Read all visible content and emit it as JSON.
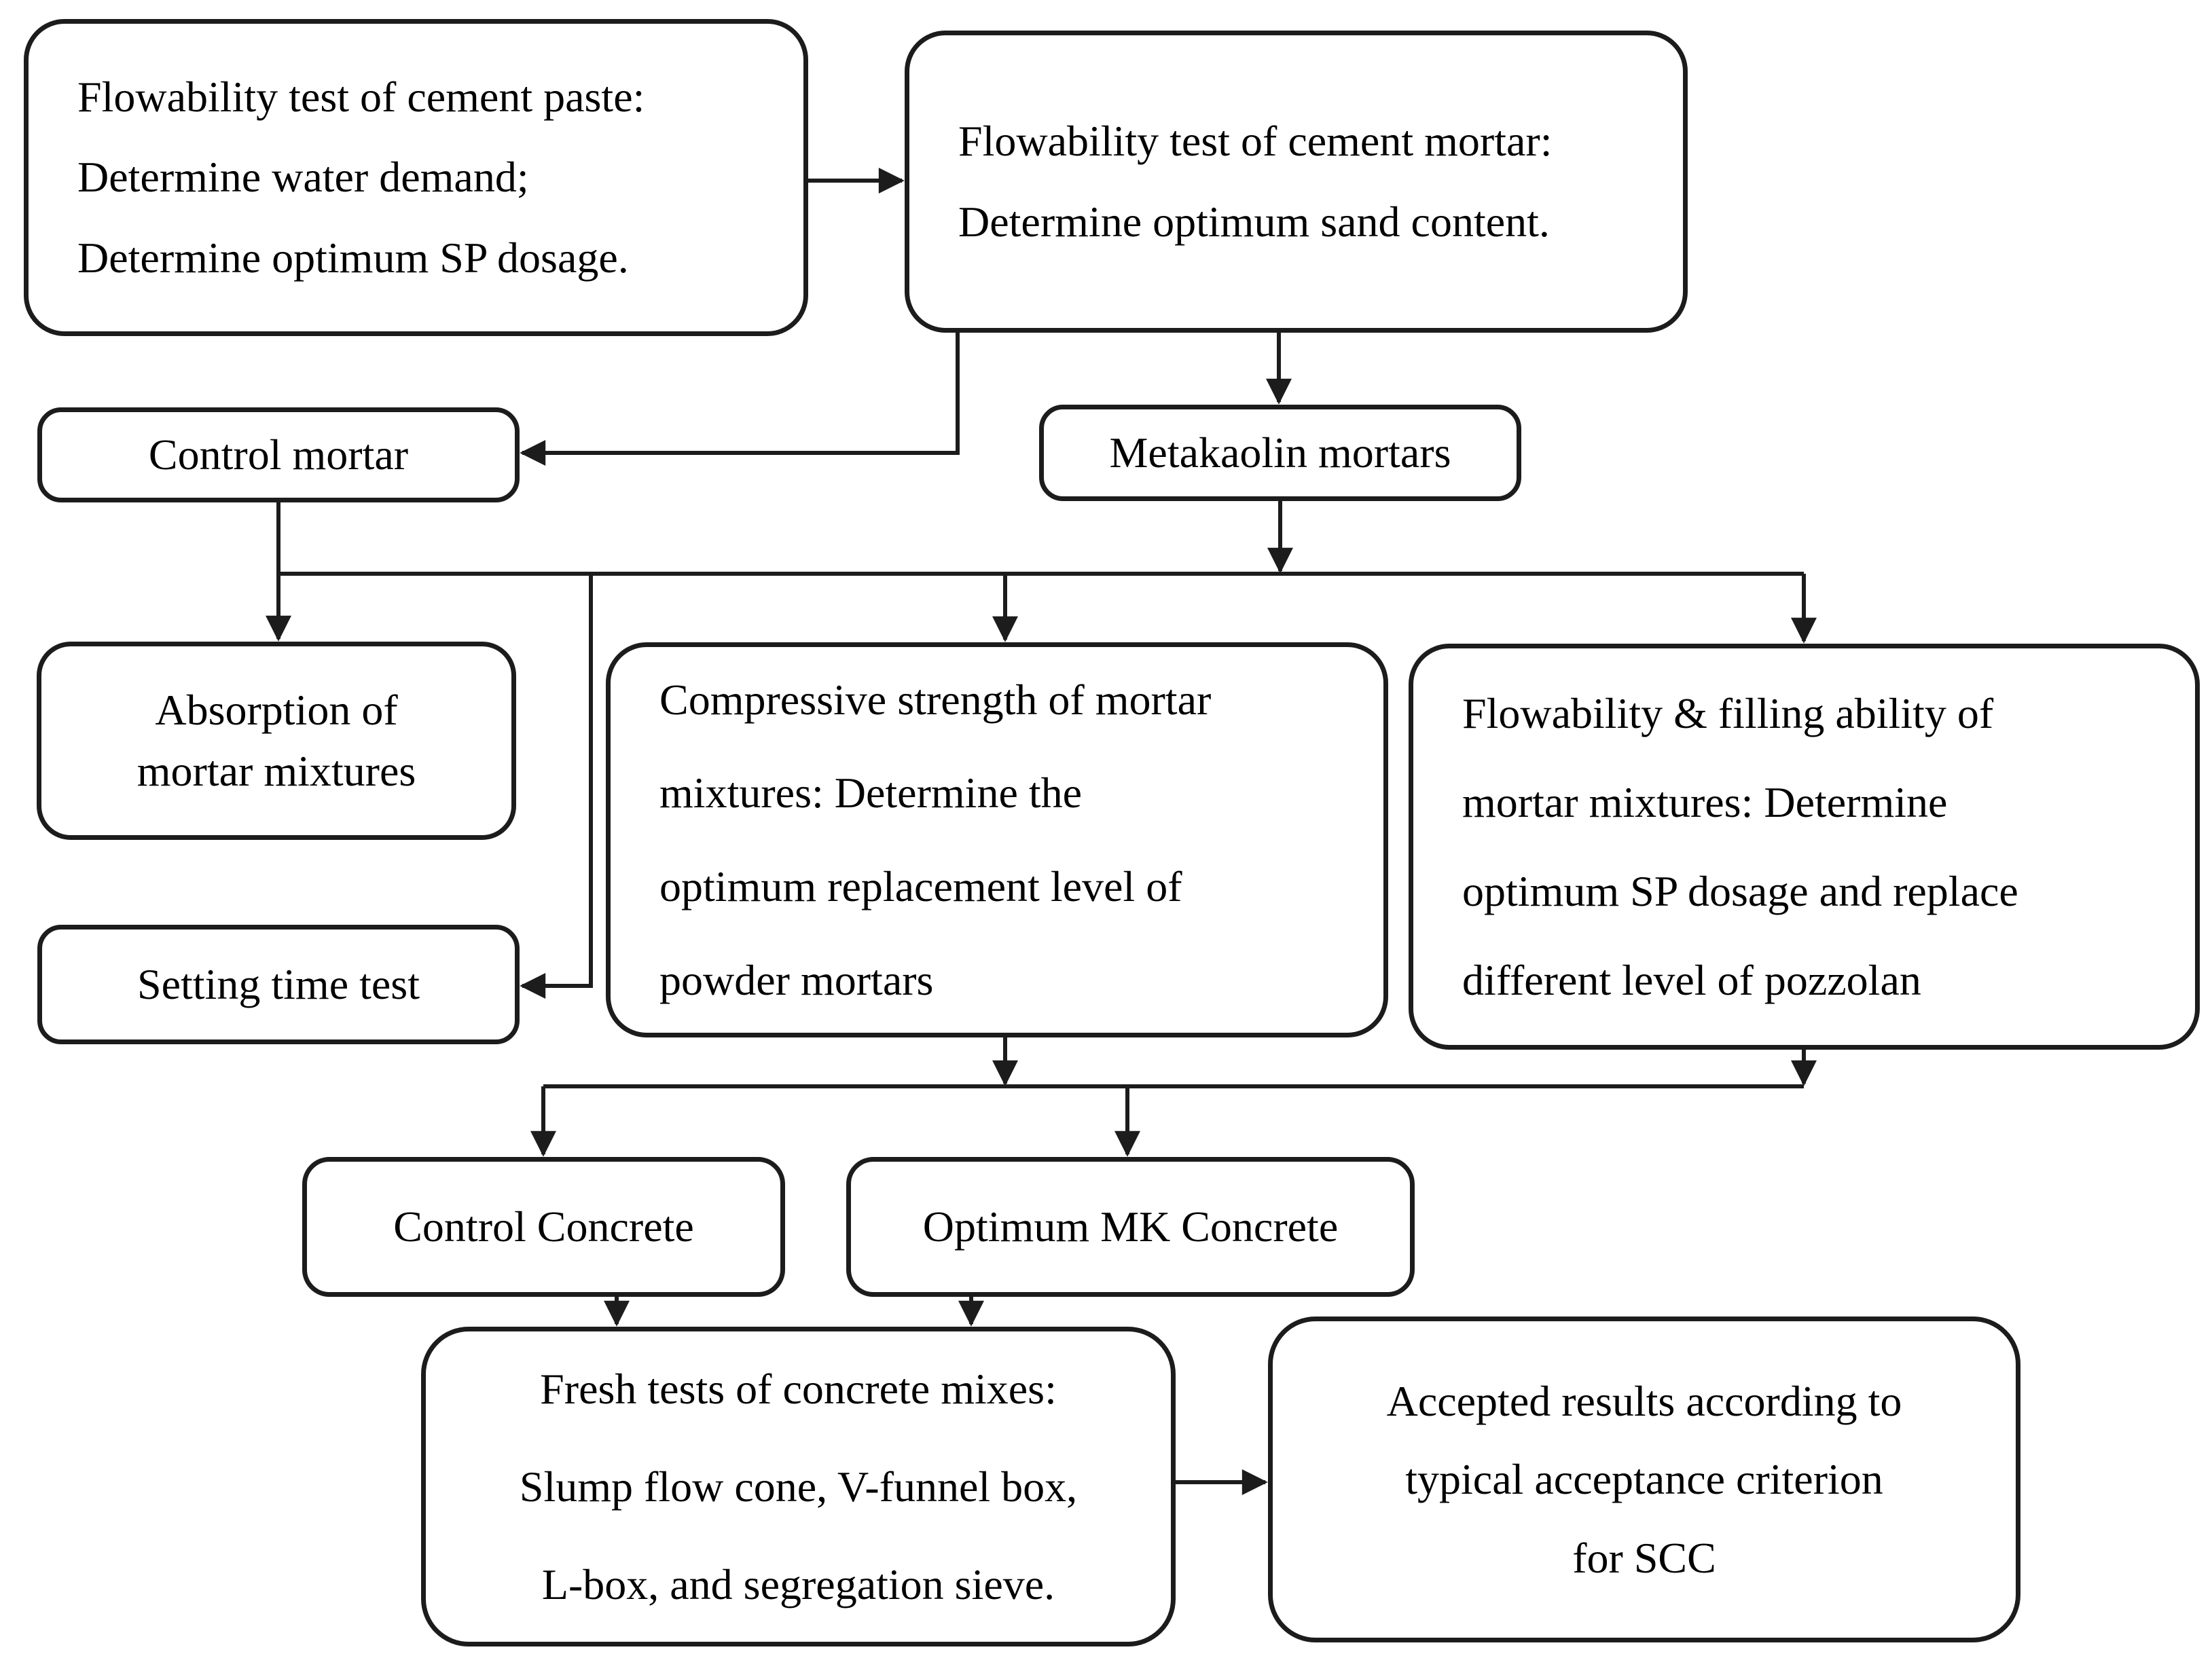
{
  "theme": {
    "ink_color": "#1c1c1c",
    "background_color": "#ffffff"
  },
  "diagram": {
    "nodes": {
      "cement_paste_test": {
        "lines": [
          "Flowability test of cement paste:",
          "Determine water demand;",
          "Determine optimum SP dosage."
        ]
      },
      "cement_mortar_test": {
        "lines": [
          "Flowability test of cement mortar:",
          "Determine optimum sand content."
        ]
      },
      "control_mortar": {
        "label": "Control mortar"
      },
      "metakaolin_mortars": {
        "label": "Metakaolin mortars"
      },
      "absorption": {
        "lines": [
          "Absorption of",
          "mortar mixtures"
        ]
      },
      "compressive_strength": {
        "lines": [
          "Compressive strength of mortar",
          "mixtures: Determine the",
          "optimum replacement level of",
          "powder mortars"
        ]
      },
      "flowability_filling": {
        "lines": [
          "Flowability & filling ability of",
          "mortar mixtures: Determine",
          "optimum SP dosage and replace",
          "different level of pozzolan"
        ]
      },
      "setting_time": {
        "label": "Setting time test"
      },
      "control_concrete": {
        "label": "Control Concrete"
      },
      "optimum_mk_concrete": {
        "label": "Optimum MK Concrete"
      },
      "fresh_tests": {
        "lines": [
          "Fresh tests of concrete mixes:",
          "Slump flow cone, V-funnel box,",
          "L-box, and segregation sieve."
        ]
      },
      "accepted_results": {
        "lines": [
          "Accepted results according to",
          "typical acceptance criterion",
          "for SCC"
        ]
      }
    },
    "edges": [
      {
        "from": "cement_paste_test",
        "to": "cement_mortar_test"
      },
      {
        "from": "cement_mortar_test",
        "to": "control_mortar"
      },
      {
        "from": "cement_mortar_test",
        "to": "metakaolin_mortars"
      },
      {
        "from": "control_mortar",
        "to": "absorption"
      },
      {
        "from": "control_mortar",
        "to": "mortar_branch_line"
      },
      {
        "from": "metakaolin_mortars",
        "to": "mortar_branch_line"
      },
      {
        "from": "mortar_branch_line",
        "to": "setting_time"
      },
      {
        "from": "mortar_branch_line",
        "to": "compressive_strength"
      },
      {
        "from": "mortar_branch_line",
        "to": "flowability_filling"
      },
      {
        "from": "compressive_strength",
        "to": "concrete_branch_line"
      },
      {
        "from": "flowability_filling",
        "to": "concrete_branch_line"
      },
      {
        "from": "concrete_branch_line",
        "to": "control_concrete"
      },
      {
        "from": "concrete_branch_line",
        "to": "optimum_mk_concrete"
      },
      {
        "from": "control_concrete",
        "to": "fresh_tests"
      },
      {
        "from": "optimum_mk_concrete",
        "to": "fresh_tests"
      },
      {
        "from": "fresh_tests",
        "to": "accepted_results"
      }
    ]
  }
}
